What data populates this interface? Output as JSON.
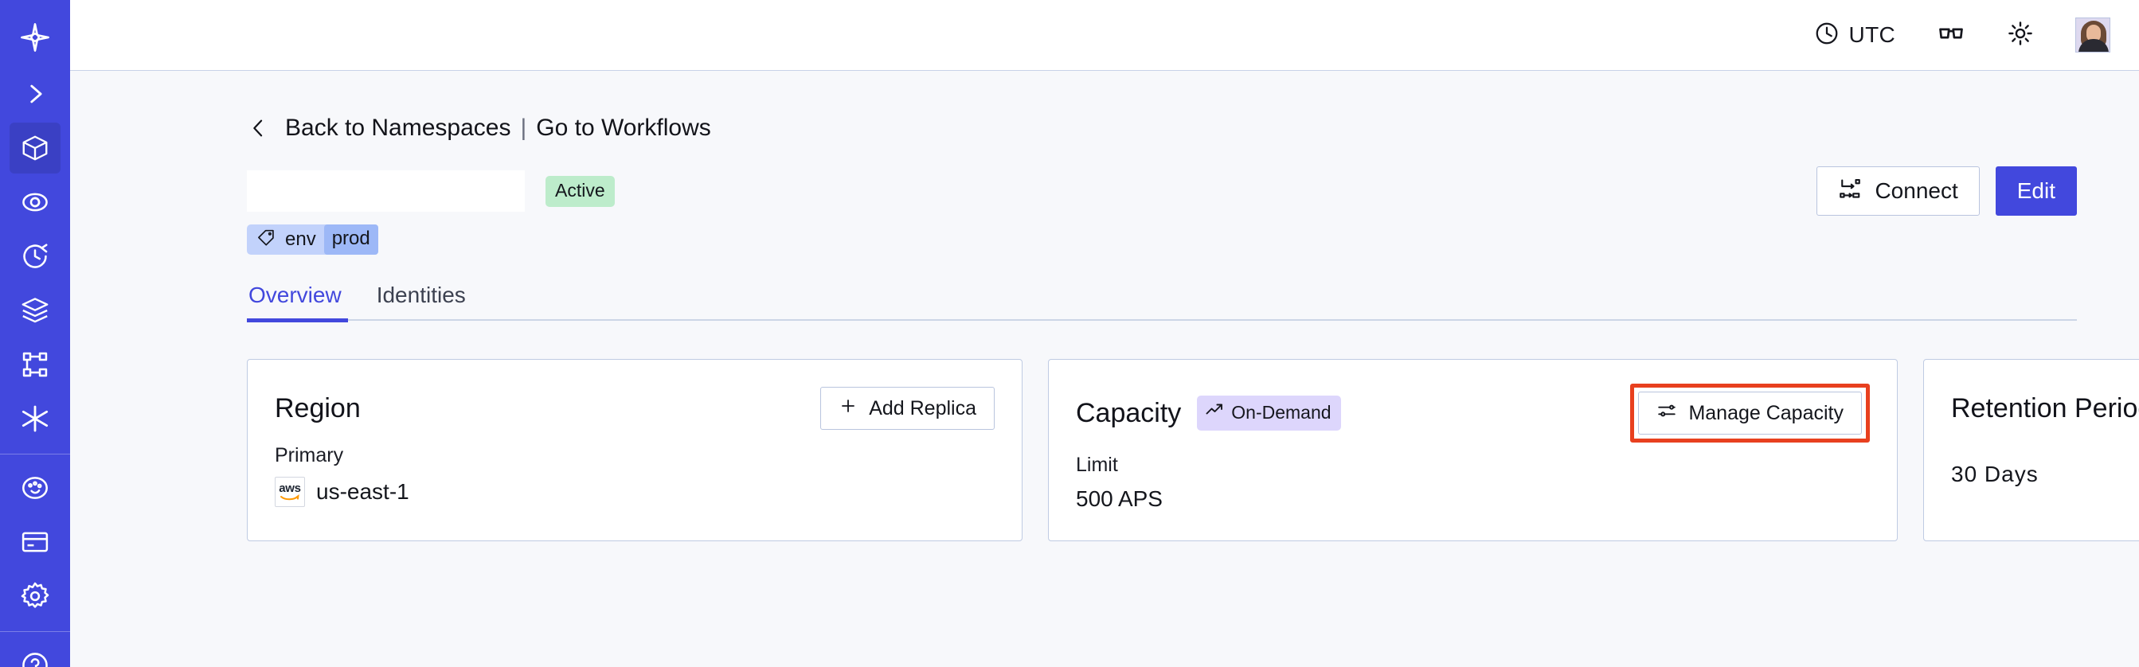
{
  "sidebar": {
    "items": [
      {
        "name": "temporal-logo-icon",
        "label": "Temporal",
        "active": false
      },
      {
        "name": "chevron-right-icon",
        "label": "Expand navigation",
        "active": false
      },
      {
        "name": "cube-icon",
        "label": "Namespaces",
        "active": true
      },
      {
        "name": "eye-icon",
        "label": "Observability",
        "active": false
      },
      {
        "name": "history-clock-icon",
        "label": "History",
        "active": false
      },
      {
        "name": "layers-icon",
        "label": "Schedules",
        "active": false
      },
      {
        "name": "workflow-branch-icon",
        "label": "Workflows",
        "active": false
      },
      {
        "name": "asterisk-icon",
        "label": "Nexus",
        "active": false
      },
      {
        "name": "palette-icon",
        "label": "Usage",
        "active": false
      },
      {
        "name": "credit-card-icon",
        "label": "Billing",
        "active": false
      },
      {
        "name": "gear-icon",
        "label": "Settings",
        "active": false
      }
    ]
  },
  "topbar": {
    "timezone_label": "UTC",
    "timezone_icon": "clock-icon",
    "glasses_icon": "glasses-icon",
    "theme_icon": "sun-icon",
    "avatar_name": "user-avatar"
  },
  "breadcrumb": {
    "back_icon": "chevron-left-icon",
    "back_label": "Back to Namespaces",
    "separator": "|",
    "forward_label": "Go to Workflows"
  },
  "header": {
    "namespace_title": "",
    "status_badge": "Active",
    "connect_label": "Connect",
    "connect_icon": "connect-flow-icon",
    "edit_label": "Edit"
  },
  "tags": [
    {
      "icon": "tag-icon",
      "key": "env",
      "value": "prod"
    }
  ],
  "tabs": [
    {
      "label": "Overview",
      "active": true
    },
    {
      "label": "Identities",
      "active": false
    }
  ],
  "cards": {
    "region": {
      "title": "Region",
      "action_label": "Add Replica",
      "action_icon": "plus-icon",
      "sublabel": "Primary",
      "provider_icon": "aws-logo-icon",
      "provider_text": "aws",
      "value": "us-east-1"
    },
    "capacity": {
      "title": "Capacity",
      "badge_label": "On-Demand",
      "badge_icon": "trending-up-icon",
      "action_label": "Manage Capacity",
      "action_icon": "sliders-icon",
      "action_highlighted": true,
      "sublabel": "Limit",
      "value": "500 APS"
    },
    "retention": {
      "title": "Retention Period",
      "value": "30 Days"
    }
  },
  "colors": {
    "brand": "#4248dd",
    "sidebar": "#4248dd",
    "sidebar_active": "#3a40c4",
    "page_bg": "#f7f8fb",
    "card_border": "#bfcbe3",
    "badge_active_bg": "#bdeccb",
    "badge_ondemand_bg": "#ddd6fc",
    "tag_bg": "#c2d2fb",
    "tag_value_bg": "#9db8f7",
    "annotation": "#e8401f",
    "aws_orange": "#f90"
  }
}
